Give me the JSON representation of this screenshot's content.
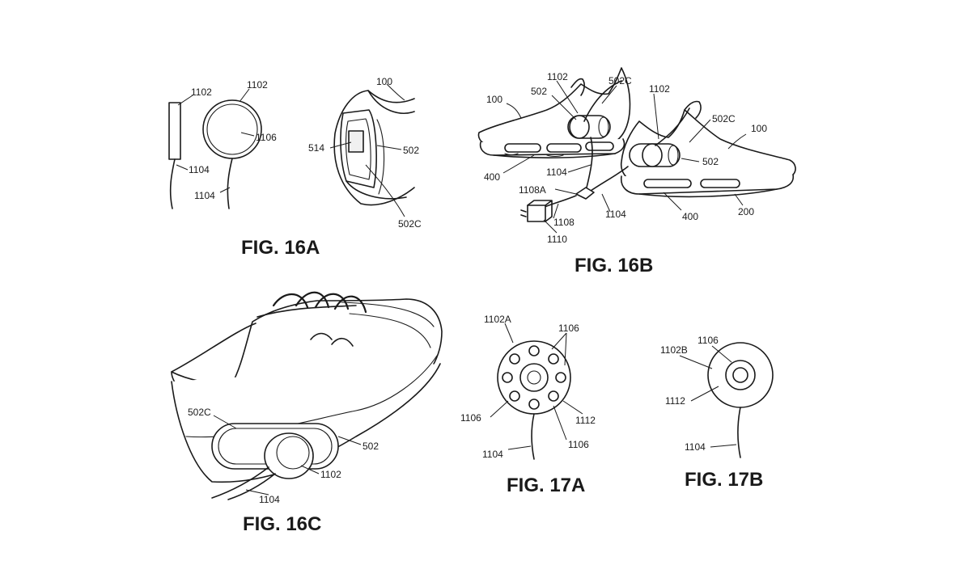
{
  "figures": {
    "fig16a": {
      "caption": "FIG. 16A",
      "labels": [
        "1102",
        "1102",
        "1106",
        "1104",
        "1104",
        "100",
        "514",
        "502",
        "502C"
      ]
    },
    "fig16b": {
      "caption": "FIG. 16B",
      "labels": [
        "1102",
        "502C",
        "502",
        "100",
        "1102",
        "502C",
        "100",
        "502",
        "400",
        "1104",
        "1108A",
        "1104",
        "1108",
        "1110",
        "400",
        "200"
      ]
    },
    "fig16c": {
      "caption": "FIG. 16C",
      "labels": [
        "502C",
        "502",
        "1102",
        "1104"
      ]
    },
    "fig17a": {
      "caption": "FIG. 17A",
      "labels": [
        "1102A",
        "1106",
        "1106",
        "1112",
        "1106",
        "1104"
      ]
    },
    "fig17b": {
      "caption": "FIG. 17B",
      "labels": [
        "1106",
        "1102B",
        "1112",
        "1104"
      ]
    }
  }
}
